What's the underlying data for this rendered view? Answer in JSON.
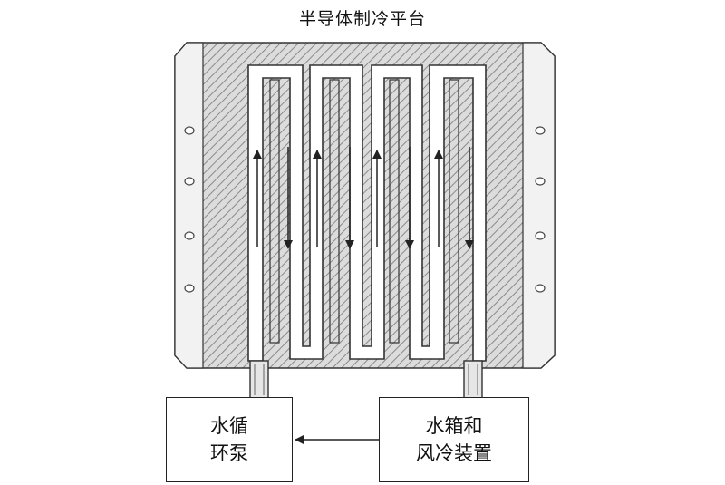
{
  "diagram": {
    "title": "半导体制冷平台",
    "pump_box": {
      "line1": "水循",
      "line2": "环泵"
    },
    "tank_box": {
      "line1": "水箱和",
      "line2": "风冷装置"
    }
  }
}
